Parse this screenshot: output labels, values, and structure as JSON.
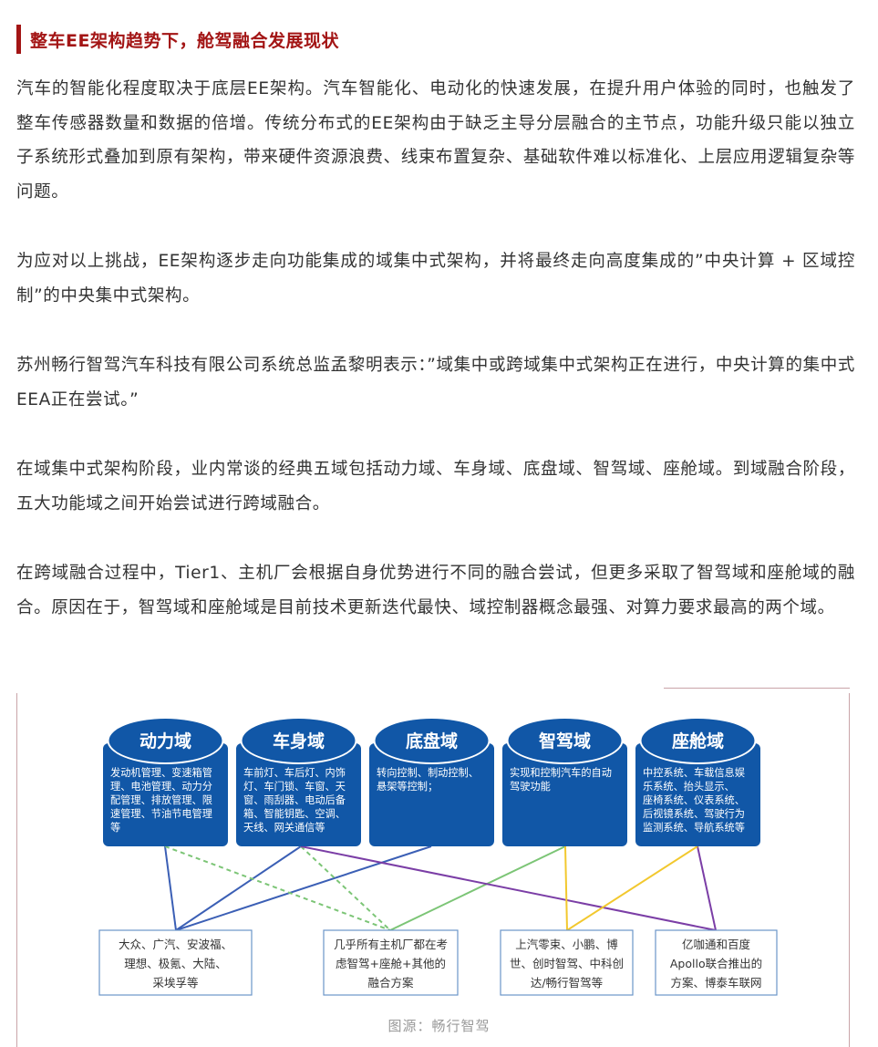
{
  "heading": "整车EE架构趋势下，舱驾融合发展现状",
  "paragraphs": [
    "汽车的智能化程度取决于底层EE架构。汽车智能化、电动化的快速发展，在提升用户体验的同时，也触发了整车传感器数量和数据的倍增。传统分布式的EE架构由于缺乏主导分层融合的主节点，功能升级只能以独立子系统形式叠加到原有架构，带来硬件资源浪费、线束布置复杂、基础软件难以标准化、上层应用逻辑复杂等问题。",
    "为应对以上挑战，EE架构逐步走向功能集成的域集中式架构，并将最终走向高度集成的”中央计算 + 区域控制”的中央集中式架构。",
    "苏州畅行智驾汽车科技有限公司系统总监孟黎明表示：”域集中或跨域集中式架构正在进行，中央计算的集中式EEA正在尝试。”",
    "在域集中式架构阶段，业内常谈的经典五域包括动力域、车身域、底盘域、智驾域、座舱域。到域融合阶段，五大功能域之间开始尝试进行跨域融合。",
    "在跨域融合过程中，Tier1、主机厂会根据自身优势进行不同的融合尝试，但更多采取了智驾域和座舱域的融合。原因在于，智驾域和座舱域是目前技术更新迭代最快、域控制器概念最强、对算力要求最高的两个域。"
  ],
  "figure": {
    "domains": [
      {
        "title": "动力域",
        "desc": [
          "发动机管理、变速箱管",
          "理、电池管理、动力分",
          "配管理、排放管理、限",
          "速管理、节油节电管理",
          "等"
        ]
      },
      {
        "title": "车身域",
        "desc": [
          "车前灯、车后灯、内饰",
          "灯、车门锁、车窗、天",
          "窗、雨刮器、电动后备",
          "箱、智能钥匙、空调、",
          "天线、网关通信等"
        ]
      },
      {
        "title": "底盘域",
        "desc": [
          "转向控制、制动控制、",
          "悬架等控制；"
        ]
      },
      {
        "title": "智驾域",
        "desc": [
          "实现和控制汽车的自动",
          "驾驶功能"
        ]
      },
      {
        "title": "座舱域",
        "desc": [
          "中控系统、车载信息娱",
          "乐系统、抬头显示、",
          "座椅系统、仪表系统、",
          "后视镜系统、驾驶行为",
          "监测系统、导航系统等"
        ]
      }
    ],
    "oems": [
      {
        "lines": [
          "大众、广汽、安波福、",
          "理想、极氪、大陆、",
          "采埃孚等"
        ]
      },
      {
        "lines": [
          "几乎所有主机厂都在考",
          "虑智驾+座舱+其他的",
          "融合方案"
        ]
      },
      {
        "lines": [
          "上汽零束、小鹏、博",
          "世、创时智驾、中科创",
          "达/畅行智驾等"
        ]
      },
      {
        "lines": [
          "亿咖通和百度",
          "Apollo联合推出的",
          "方案、博泰车联网"
        ]
      }
    ],
    "caption": "图源：畅行智驾"
  },
  "colors": {
    "heading": "#a31515",
    "domain_fill": "#1157a7",
    "line_blue": "#3b5fb5",
    "line_green_dashed": "#7cc576",
    "line_green": "#7cc576",
    "line_purple": "#7b3ea6",
    "line_yellow": "#f2c82e",
    "box_border": "#6b95c9"
  }
}
